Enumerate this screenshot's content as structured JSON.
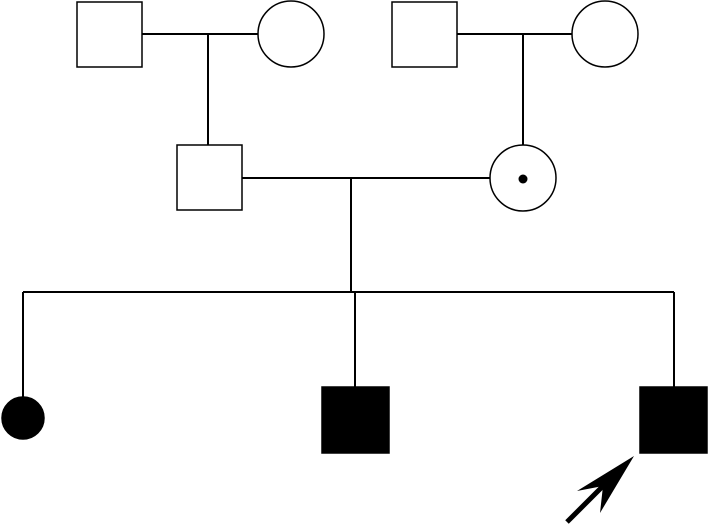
{
  "diagram": {
    "type": "pedigree",
    "colors": {
      "line": "#000000",
      "unaffected_fill": "#ffffff",
      "affected_fill": "#000000"
    },
    "generations": [
      {
        "individuals": [
          {
            "sex": "male",
            "status": "unaffected"
          },
          {
            "sex": "female",
            "status": "unaffected"
          },
          {
            "sex": "male",
            "status": "unaffected"
          },
          {
            "sex": "female",
            "status": "unaffected"
          }
        ]
      },
      {
        "individuals": [
          {
            "sex": "male",
            "status": "unaffected"
          },
          {
            "sex": "female",
            "status": "carrier"
          }
        ]
      },
      {
        "individuals": [
          {
            "sex": "female",
            "status": "affected"
          },
          {
            "sex": "male",
            "status": "affected"
          },
          {
            "sex": "male",
            "status": "affected",
            "proband": true
          }
        ]
      }
    ]
  }
}
